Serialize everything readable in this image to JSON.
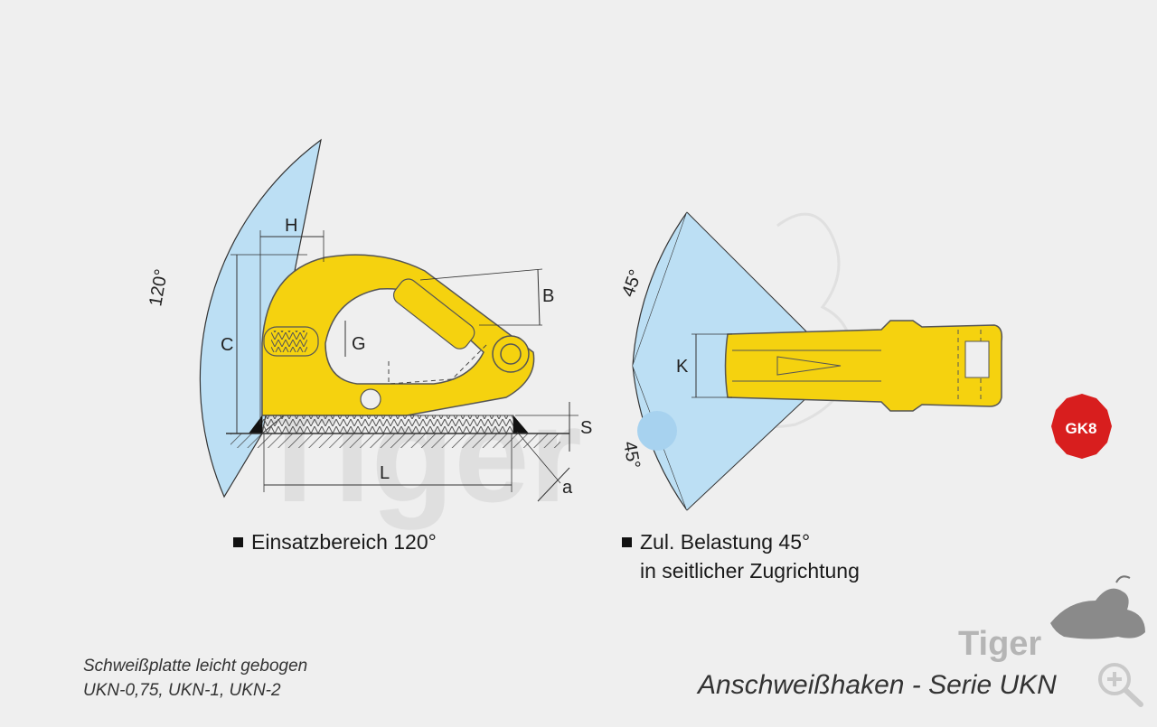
{
  "labels": {
    "h": "H",
    "c": "C",
    "g": "G",
    "b": "B",
    "s": "S",
    "l": "L",
    "a": "a",
    "k": "K",
    "angle_left": "120°",
    "angle_top": "45°",
    "angle_bottom": "45°"
  },
  "captions": {
    "left": "Einsatzbereich 120°",
    "right_line1": "Zul. Belastung 45°",
    "right_line2": "in seitlicher Zugrichtung"
  },
  "note": {
    "line1": "Schweißplatte leicht gebogen",
    "line2": "UKN-0,75, UKN-1, UKN-2"
  },
  "title": "Anschweißhaken - Serie UKN",
  "badge": "GK8",
  "logo": "Tiger",
  "icons": {
    "zoom": "zoom-in-icon",
    "logo": "tiger-logo"
  },
  "colors": {
    "sector": "#bcdff4",
    "hook": "#f5d20f",
    "badge": "#d81e1e",
    "background": "#efefef"
  }
}
